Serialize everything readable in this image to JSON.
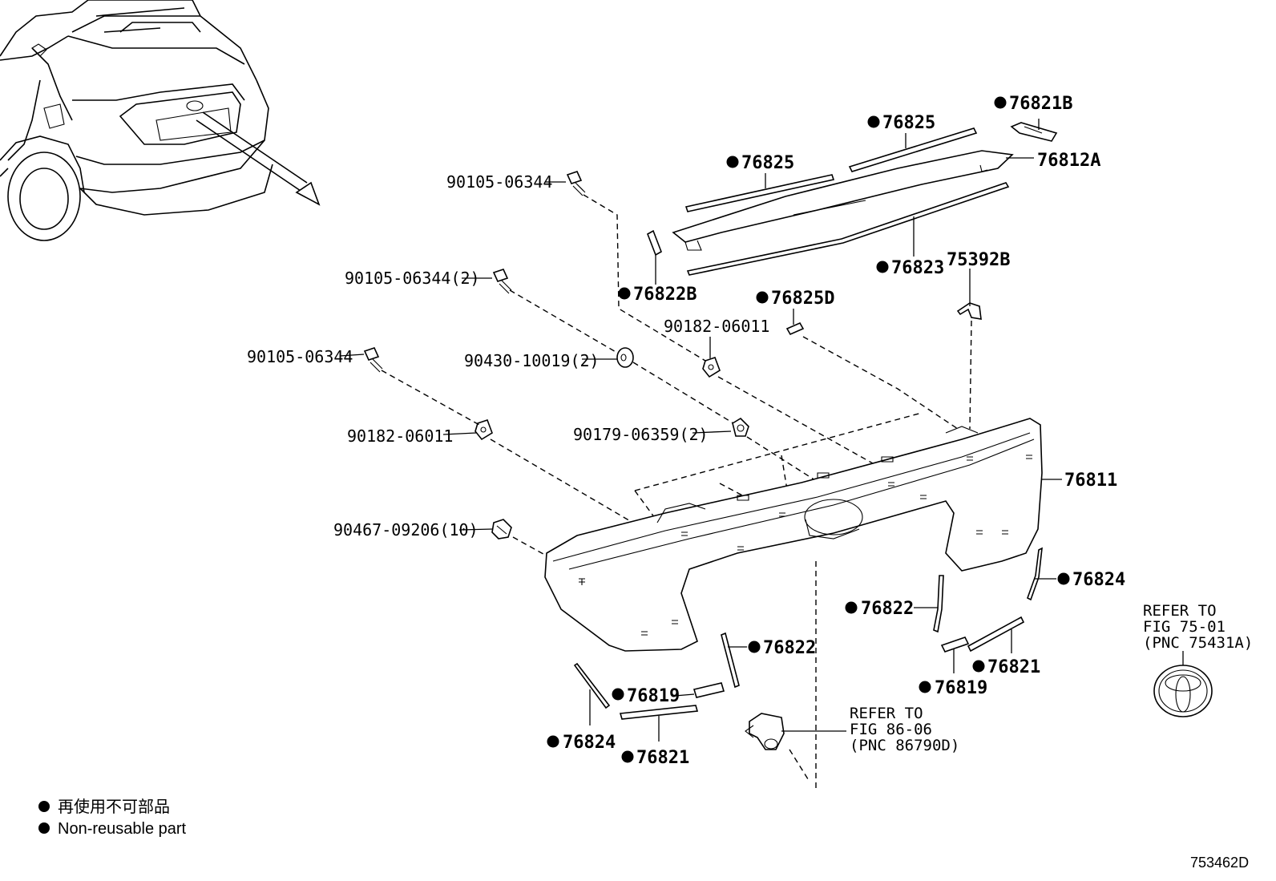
{
  "diagram": {
    "figure_id": "753462D",
    "legend": [
      {
        "text": "再使用不可部品"
      },
      {
        "text": "Non-reusable part"
      }
    ],
    "parts": {
      "p76821B": "76821B",
      "p76825_top": "76825",
      "p76825_left": "76825",
      "p76812A": "76812A",
      "p76823": "76823",
      "p75392B": "75392B",
      "p76822B": "76822B",
      "p76825D": "76825D",
      "p76811": "76811",
      "p76824_right": "76824",
      "p76822_right": "76822",
      "p76822_mid": "76822",
      "p76821_right": "76821",
      "p76819_right": "76819",
      "p76819_left": "76819",
      "p76824_left": "76824",
      "p76821_left": "76821",
      "b90105_06344_top": "90105-06344",
      "b90105_06344_2": "90105-06344(2)",
      "b90105_06344_low": "90105-06344",
      "b90182_06011_top": "90182-06011",
      "b90430_10019_2": "90430-10019(2)",
      "b90182_06011_low": "90182-06011",
      "b90179_06359_2": "90179-06359(2)",
      "b90467_09206_10": "90467-09206(10)"
    },
    "refer_emblem": [
      "REFER TO",
      "FIG 75-01",
      "(PNC 75431A)"
    ],
    "refer_camera": [
      "REFER TO",
      "FIG 86-06",
      "(PNC 86790D)"
    ]
  }
}
